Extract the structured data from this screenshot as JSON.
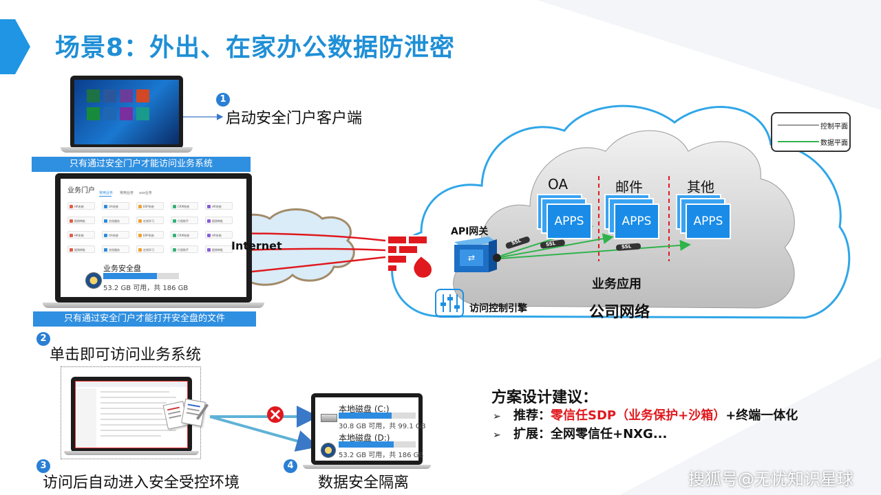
{
  "slide": {
    "title": "场景8：外出、在家办公数据防泄密",
    "colors": {
      "accent": "#1f8fd6",
      "bar": "#2f8fe0",
      "red": "#e0191e",
      "green": "#2fb34a"
    }
  },
  "steps": [
    {
      "num": "1",
      "text": "启动安全门户客户端"
    },
    {
      "num": "2",
      "text": "单击即可访问业务系统"
    },
    {
      "num": "3",
      "text": "访问后自动进入安全受控环境"
    },
    {
      "num": "4",
      "text": "数据安全隔离"
    }
  ],
  "bars": {
    "portal_notice": "只有通过安全门户才能访问业务系统",
    "disk_notice": "只有通过安全门户才能打开安全盘的文件"
  },
  "portal": {
    "title": "业务门户",
    "tabs": [
      "常用业务",
      "常用业务",
      "xxx业务"
    ],
    "items": [
      "HR系统",
      "OA系统",
      "ERP系统",
      "CRM系统",
      "HR系统",
      "报销审批",
      "文档服务",
      "在线学习",
      "行程助手",
      "报销审批",
      "HR系统",
      "OA系统",
      "ERP系统",
      "CRM系统",
      "HR系统",
      "报销审批",
      "文档服务",
      "在线学习",
      "行程助手",
      "报销审批"
    ],
    "safe_disk": {
      "label": "业务安全盘",
      "detail": "53.2 GB 可用，共 186 GB",
      "used_fraction": 0.71
    }
  },
  "network": {
    "internet_label": "Internet"
  },
  "company": {
    "api_gateway": "API网关",
    "access_engine": "访问控制引擎",
    "biz_apps": "业务应用",
    "company_network": "公司网络",
    "app_groups": [
      {
        "label": "OA",
        "badge": "APPS"
      },
      {
        "label": "邮件",
        "badge": "APPS"
      },
      {
        "label": "其他",
        "badge": "APPS"
      }
    ],
    "ssl_tags": [
      "SSL",
      "SSL",
      "SSL"
    ]
  },
  "legend": {
    "control_plane": "控制平面",
    "data_plane": "数据平面"
  },
  "disks": [
    {
      "label": "本地磁盘 (C:)",
      "detail": "30.8 GB 可用，共 99.1 GB",
      "used_fraction": 0.69
    },
    {
      "label": "本地磁盘 (D:)",
      "detail": "53.2 GB 可用，共 186 GB",
      "used_fraction": 0.71
    }
  ],
  "suggestion": {
    "title": "方案设计建议：",
    "items": [
      {
        "bullet": "➢",
        "prefix": "推荐：",
        "highlight": "零信任SDP（业务保护+沙箱）",
        "suffix": "+终端一体化"
      },
      {
        "bullet": "➢",
        "prefix": "扩展：",
        "highlight": "",
        "suffix": "全网零信任+NXG..."
      }
    ]
  },
  "watermark": "搜狐号@无忧知识星球"
}
